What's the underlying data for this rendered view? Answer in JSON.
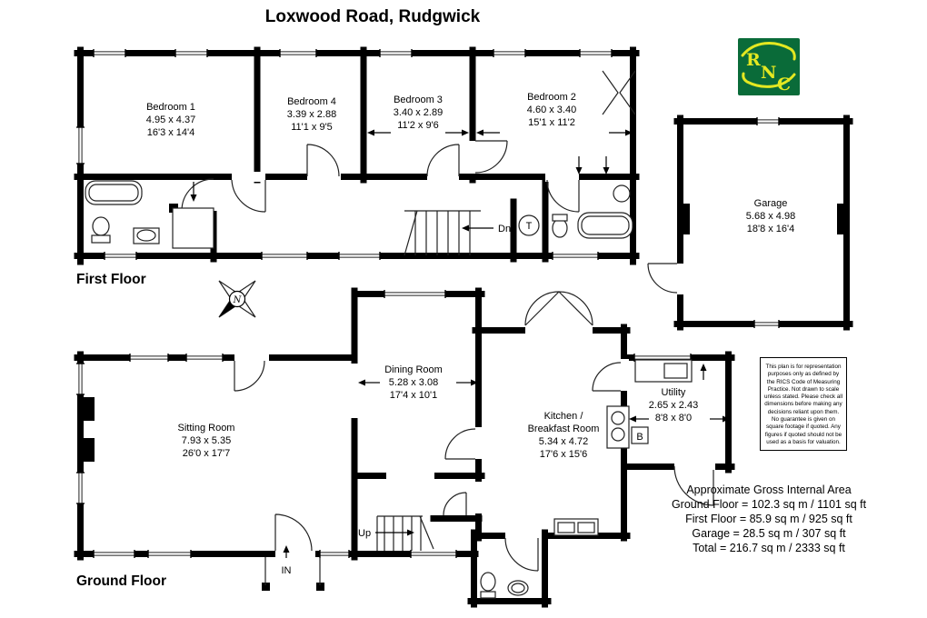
{
  "title": "Loxwood Road, Rudgwick",
  "floor_labels": {
    "first": "First Floor",
    "ground": "Ground Floor"
  },
  "logo": {
    "letters": [
      "R",
      "N",
      "C"
    ],
    "bg_color": "#0a6b39",
    "fg_color": "#e4e821"
  },
  "rooms": {
    "bedroom1": {
      "lines": [
        "Bedroom 1",
        "4.95 x 4.37",
        "16'3 x 14'4"
      ]
    },
    "bedroom4": {
      "lines": [
        "Bedroom 4",
        "3.39 x 2.88",
        "11'1 x 9'5"
      ]
    },
    "bedroom3": {
      "lines": [
        "Bedroom 3",
        "3.40 x 2.89",
        "11'2 x 9'6"
      ]
    },
    "bedroom2": {
      "lines": [
        "Bedroom 2",
        "4.60 x 3.40",
        "15'1 x 11'2"
      ]
    },
    "garage": {
      "lines": [
        "Garage",
        "5.68 x 4.98",
        "18'8 x 16'4"
      ]
    },
    "sitting": {
      "lines": [
        "Sitting Room",
        "7.93 x 5.35",
        "26'0 x 17'7"
      ]
    },
    "dining": {
      "lines": [
        "Dining Room",
        "5.28 x 3.08",
        "17'4 x 10'1"
      ]
    },
    "kitchen": {
      "lines": [
        "Kitchen /",
        "Breakfast Room",
        "5.34 x 4.72",
        "17'6 x 15'6"
      ]
    },
    "utility": {
      "lines": [
        "Utility",
        "2.65 x 2.43",
        "8'8 x 8'0"
      ]
    }
  },
  "annotations": {
    "down": "Dn",
    "up": "Up",
    "entrance": "IN",
    "tank": "T",
    "boiler": "B",
    "north": "N"
  },
  "areas": {
    "heading": "Approximate Gross Internal Area",
    "lines": [
      "Ground Floor = 102.3 sq m / 1101 sq ft",
      "First Floor = 85.9 sq m / 925 sq ft",
      "Garage = 28.5 sq m / 307 sq ft",
      "Total = 216.7 sq m / 2333 sq ft"
    ]
  },
  "disclaimer": "This plan is for representation purposes only as defined by the RICS Code of Measuring Practice. Not drawn to scale unless stated. Please check all dimensions before making any decisions reliant upon them. No guarantee is given on square footage if quoted. Any figures if quoted should not be used as a basis for valuation."
}
